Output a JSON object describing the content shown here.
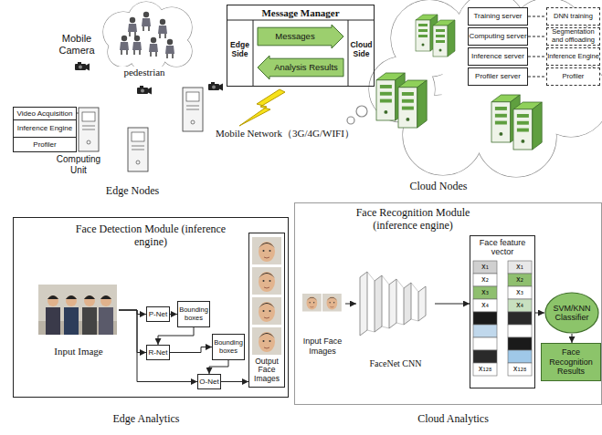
{
  "diagram": {
    "nodes": [
      {
        "text": [
          "Message Manager",
          "Edge Side",
          "Cloud Side"
        ]
      },
      {
        "text": [
          "Messages"
        ],
        "in": 0
      },
      {
        "text": [
          "Analysis Results"
        ],
        "in": 0
      },
      {
        "text": [
          "Training server"
        ]
      },
      {
        "text": [
          "DNN training"
        ]
      },
      {
        "text": [
          "Computing server"
        ]
      },
      {
        "text": [
          "Segmentation and offloading"
        ]
      },
      {
        "text": [
          "Inference server"
        ]
      },
      {
        "text": [
          "Inference Engine"
        ]
      },
      {
        "text": [
          "Profiler server"
        ]
      },
      {
        "text": [
          "Profiler"
        ]
      },
      {
        "text": [
          "Video Acquisition"
        ]
      },
      {
        "text": [
          "Inference Engine"
        ]
      },
      {
        "text": [
          "Profiler"
        ]
      },
      {
        "text": [
          "Face Detection Module (inference engine)"
        ]
      },
      {
        "text": [
          "Input Image"
        ],
        "in": 14
      },
      {
        "text": [
          "P-Net"
        ],
        "in": 14
      },
      {
        "text": [
          "Bounding boxes"
        ],
        "in": 14
      },
      {
        "text": [
          "R-Net"
        ],
        "in": 14
      },
      {
        "text": [
          "Bounding boxes"
        ],
        "in": 14
      },
      {
        "text": [
          "O-Net"
        ],
        "in": 14
      },
      {
        "text": [
          "Output Face Images"
        ],
        "in": 14
      },
      {
        "text": [
          "Face Recognition Module (inference engine)"
        ]
      },
      {
        "text": [
          "Input Face Images"
        ],
        "in": 22
      },
      {
        "text": [
          "FaceNet CNN"
        ],
        "in": 22
      },
      {
        "text": [
          "Face feature vector"
        ],
        "in": 22
      },
      {
        "text": [
          "SVM/KNN Classifier"
        ],
        "in": 22
      },
      {
        "text": [
          "Face Recognition Results"
        ],
        "in": 22
      }
    ],
    "edges": [
      {
        "from": 3,
        "to": 4,
        "arrow": "none"
      },
      {
        "from": 5,
        "to": 6,
        "arrow": "none"
      },
      {
        "from": 7,
        "to": 8,
        "arrow": "none"
      },
      {
        "from": 9,
        "to": 10,
        "arrow": "none"
      },
      {
        "from": 15,
        "to": 16,
        "arrow": "to"
      },
      {
        "from": 15,
        "to": 18,
        "arrow": "to"
      },
      {
        "from": 15,
        "to": 20,
        "arrow": "to"
      },
      {
        "from": 16,
        "to": 17,
        "arrow": "to"
      },
      {
        "from": 17,
        "to": 18,
        "arrow": "to"
      },
      {
        "from": 18,
        "to": 19,
        "arrow": "to"
      },
      {
        "from": 19,
        "to": 20,
        "arrow": "to"
      },
      {
        "from": 20,
        "to": 21,
        "arrow": "to"
      },
      {
        "from": 23,
        "to": 24,
        "arrow": "to"
      },
      {
        "from": 24,
        "to": 25,
        "arrow": "to"
      },
      {
        "from": 25,
        "to": 26,
        "arrow": "to"
      },
      {
        "from": 26,
        "to": 27,
        "arrow": "to"
      }
    ],
    "labels": [
      "Mobile Camera",
      "pedestrian",
      "Computing Unit",
      "Edge Nodes",
      "Mobile Network（3G/4G/WIFI）",
      "Cloud Nodes",
      "x₁",
      "x₂",
      "x₃",
      "x₄",
      "x₁₂₈",
      "x₁",
      "x₂",
      "x₃",
      "x₄",
      "x₁₂₈",
      "Edge Analytics",
      "Cloud Analytics"
    ]
  }
}
